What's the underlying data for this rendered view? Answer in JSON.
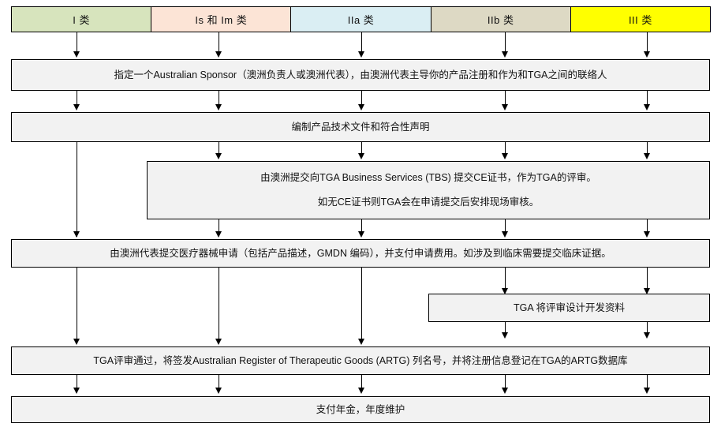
{
  "categories": [
    {
      "label": "I 类",
      "color": "#d7e4bd"
    },
    {
      "label": "Is 和 Im 类",
      "color": "#fce4d6"
    },
    {
      "label": "IIa 类",
      "color": "#daeef3"
    },
    {
      "label": "IIb 类",
      "color": "#ddd9c4"
    },
    {
      "label": "III 类",
      "color": "#ffff00"
    }
  ],
  "steps": {
    "sponsor": "指定一个Australian Sponsor（澳洲负责人或澳洲代表），由澳洲代表主导你的产品注册和作为和TGA之间的联络人",
    "tech_file": "编制产品技术文件和符合性声明",
    "tbs_line1": "由澳洲提交向TGA Business Services (TBS) 提交CE证书，作为TGA的评审。",
    "tbs_line2": "如无CE证书则TGA会在申请提交后安排现场审核。",
    "application": "由澳洲代表提交医疗器械申请（包括产品描述，GMDN 编码），并支付申请费用。如涉及到临床需要提交临床证据。",
    "design_review": "TGA 将评审设计开发资料",
    "artg": "TGA评审通过，将签发Australian Register of Therapeutic Goods (ARTG) 列名号，并将注册信息登记在TGA的ARTG数据库",
    "annual_fee": "支付年金，年度维护"
  },
  "style": {
    "box_fill": "#f2f2f2",
    "border": "#000000",
    "connector": "#000000"
  }
}
